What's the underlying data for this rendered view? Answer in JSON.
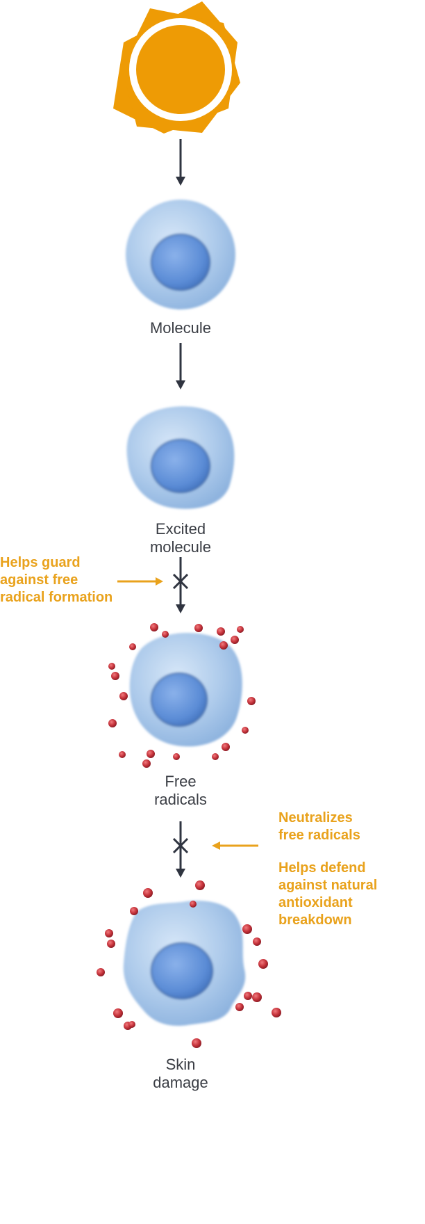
{
  "stages": [
    {
      "id": "molecule",
      "label_lines": [
        "Molecule"
      ]
    },
    {
      "id": "excited",
      "label_lines": [
        "Excited",
        "molecule"
      ]
    },
    {
      "id": "free-radicals",
      "label_lines": [
        "Free",
        "radicals"
      ]
    },
    {
      "id": "skin-damage",
      "label_lines": [
        "Skin",
        "damage"
      ]
    }
  ],
  "notes": {
    "guard": [
      "Helps guard",
      "against free",
      "radical formation"
    ],
    "neutralizes": [
      "Neutralizes",
      "free radicals"
    ],
    "defend": [
      "Helps defend",
      "against natural",
      "antioxidant",
      "breakdown"
    ]
  },
  "colors": {
    "sun": "#ee9b05",
    "accent": "#e9a21c",
    "arrow": "#2f3440",
    "cell": "#a9c9ec",
    "nucleus": "#5d8ed6",
    "radical": "#c7343c",
    "text": "#3a3d44"
  },
  "icons": [
    "sun-icon",
    "down-arrow-icon",
    "block-x-icon",
    "left-arrow-icon",
    "radical-icon"
  ]
}
